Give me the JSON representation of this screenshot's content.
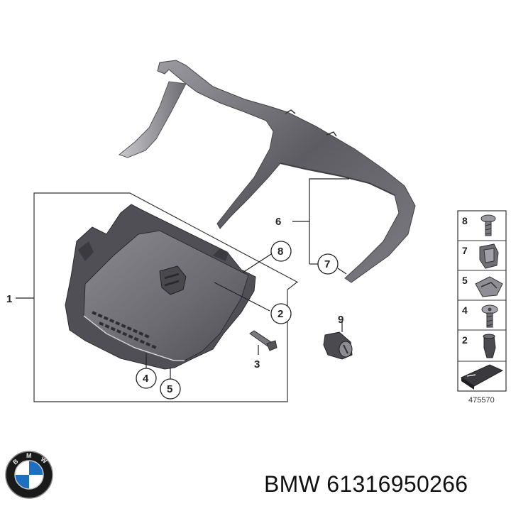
{
  "callouts": {
    "c1": "1",
    "c2": "2",
    "c3": "3",
    "c4": "4",
    "c5": "5",
    "c6": "6",
    "c7": "7",
    "c8": "8",
    "c9": "9"
  },
  "legend": {
    "items": [
      "8",
      "7",
      "5",
      "4",
      "2"
    ],
    "ref_number": "475570"
  },
  "brand": {
    "logo_letters": "BMW",
    "caption": "BMW 61316950266"
  },
  "colors": {
    "part_dark": "#5b5b60",
    "part_mid": "#7a7a80",
    "part_light": "#b9b9bd",
    "line": "#222222"
  }
}
